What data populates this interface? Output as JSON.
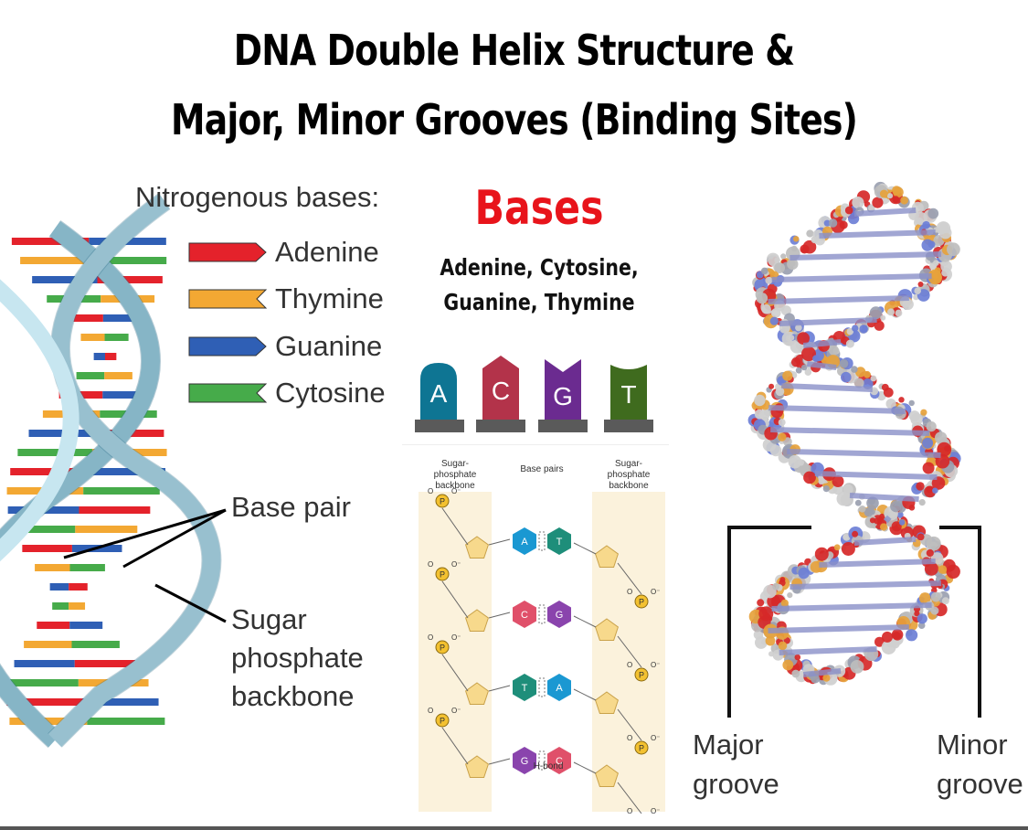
{
  "title": {
    "line1": "DNA Double Helix Structure &",
    "line2": "Major, Minor Grooves (Binding Sites)"
  },
  "left": {
    "legend_heading": "Nitrogenous bases:",
    "legend": [
      {
        "label": "Adenine",
        "color": "#e4222b"
      },
      {
        "label": "Thymine",
        "color": "#f3a833"
      },
      {
        "label": "Guanine",
        "color": "#2f5fb5"
      },
      {
        "label": "Cytosine",
        "color": "#46ab4a"
      }
    ],
    "base_pair_label": "Base pair",
    "backbone_label_1": "Sugar",
    "backbone_label_2": "phosphate",
    "backbone_label_3": "backbone"
  },
  "middle": {
    "heading": "Bases",
    "subtitle_1": "Adenine, Cytosine,",
    "subtitle_2": "Guanine, Thymine",
    "base_blocks": [
      {
        "letter": "A",
        "color": "#0e7593"
      },
      {
        "letter": "C",
        "color": "#b3334a"
      },
      {
        "letter": "G",
        "color": "#6b2b90"
      },
      {
        "letter": "T",
        "color": "#3f6b1e"
      }
    ],
    "col_left_1": "Sugar-",
    "col_left_2": "phosphate",
    "col_left_3": "backbone",
    "col_mid": "Base pairs",
    "col_right_1": "Sugar-",
    "col_right_2": "phosphate",
    "col_right_3": "backbone",
    "hbond_label": "H-bond",
    "phosphate_letter": "P",
    "phosphate_o": "O",
    "phosphate_ominus": "O⁻",
    "pair_rows": [
      {
        "left": "A",
        "left_color": "#1a98d2",
        "right": "T",
        "right_color": "#1e8e7a"
      },
      {
        "left": "C",
        "left_color": "#e0506a",
        "right": "G",
        "right_color": "#8a44ad"
      },
      {
        "left": "T",
        "left_color": "#1e8e7a",
        "right": "A",
        "right_color": "#1a98d2"
      },
      {
        "left": "G",
        "left_color": "#8a44ad",
        "right": "C",
        "right_color": "#e0506a"
      }
    ]
  },
  "right": {
    "major_1": "Major",
    "major_2": "groove",
    "minor_1": "Minor",
    "minor_2": "groove"
  }
}
